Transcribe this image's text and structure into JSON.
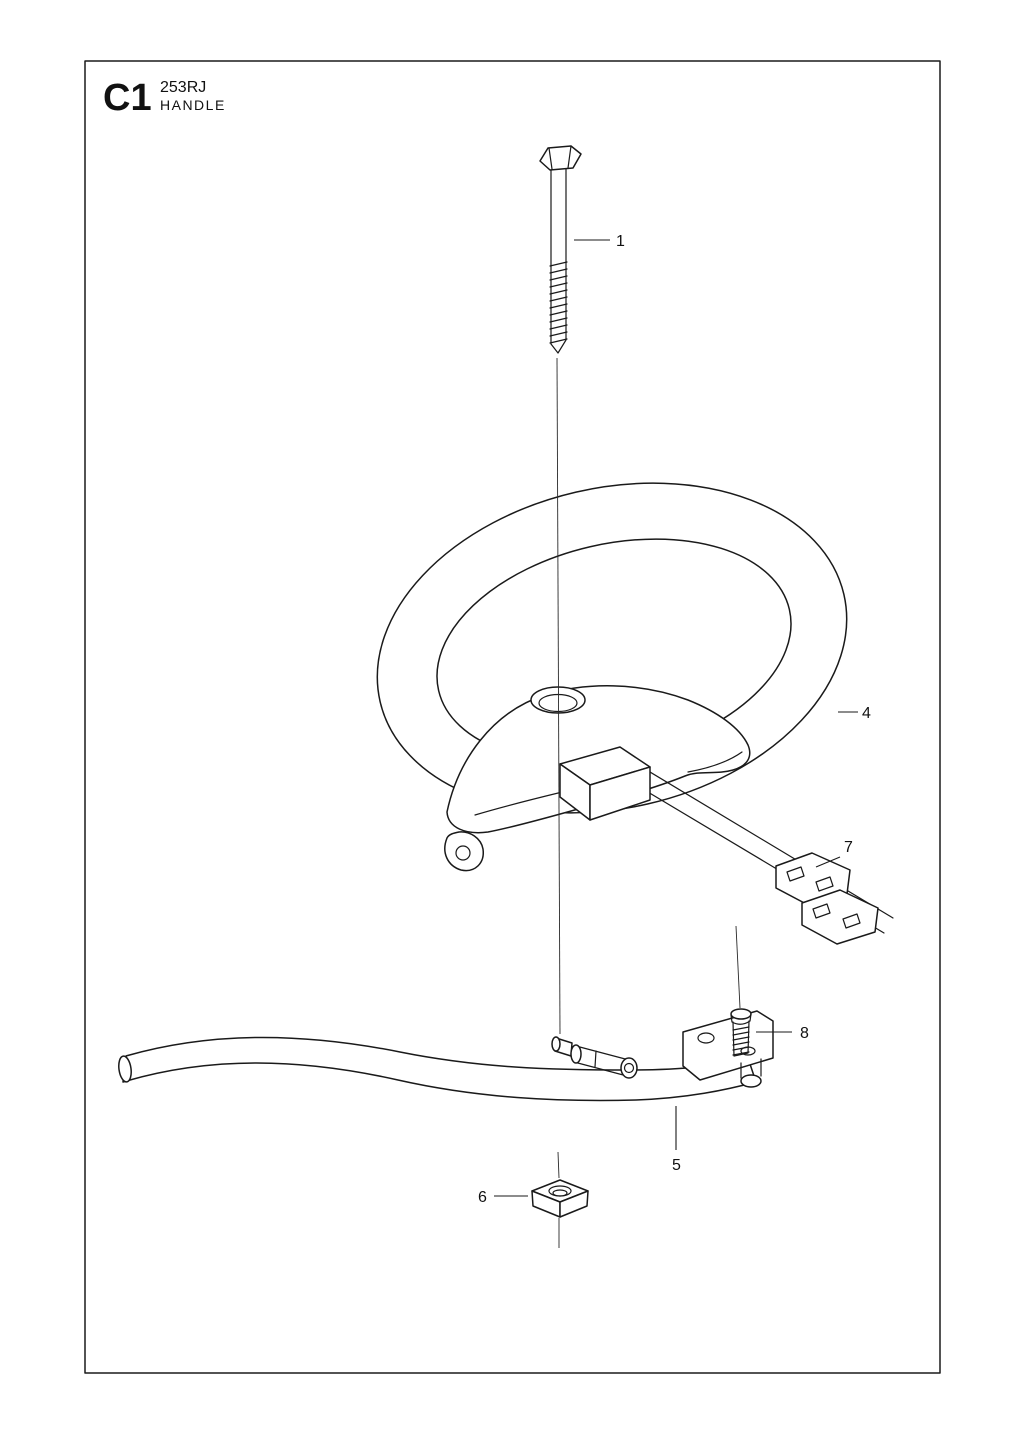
{
  "header": {
    "code": "C1",
    "model": "253RJ",
    "section": "HANDLE"
  },
  "parts": {
    "p1": "1",
    "p4": "4",
    "p5": "5",
    "p6": "6",
    "p7": "7",
    "p8": "8"
  },
  "colors": {
    "ink": "#1a1a1a",
    "background": "#ffffff"
  }
}
